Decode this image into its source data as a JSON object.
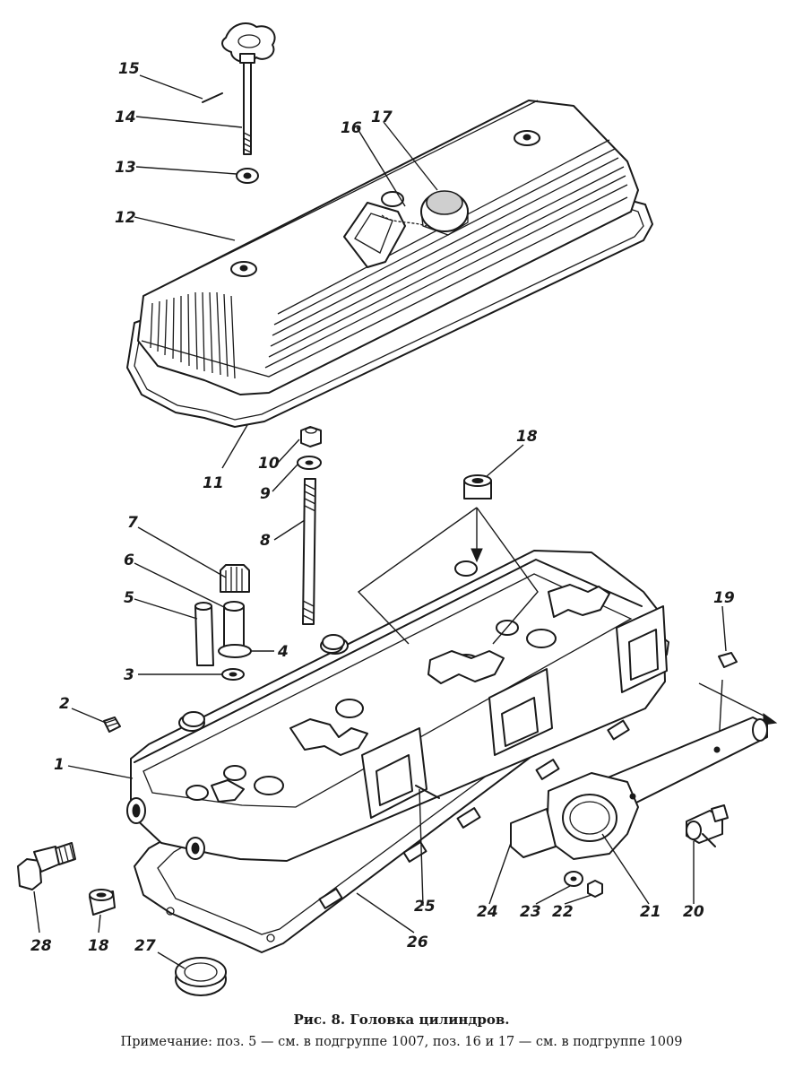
{
  "figure": {
    "caption_title": "Рис. 8. Головка цилиндров.",
    "caption_note": "Примечание: поз. 5 — см. в подгруппе 1007, поз. 16 и 17 — см. в подгруппе 1009"
  },
  "part_labels": [
    "1",
    "2",
    "3",
    "4",
    "5",
    "6",
    "7",
    "8",
    "9",
    "10",
    "11",
    "12",
    "13",
    "14",
    "15",
    "16",
    "17",
    "18",
    "18",
    "19",
    "20",
    "21",
    "22",
    "23",
    "24",
    "25",
    "26",
    "27",
    "28"
  ]
}
